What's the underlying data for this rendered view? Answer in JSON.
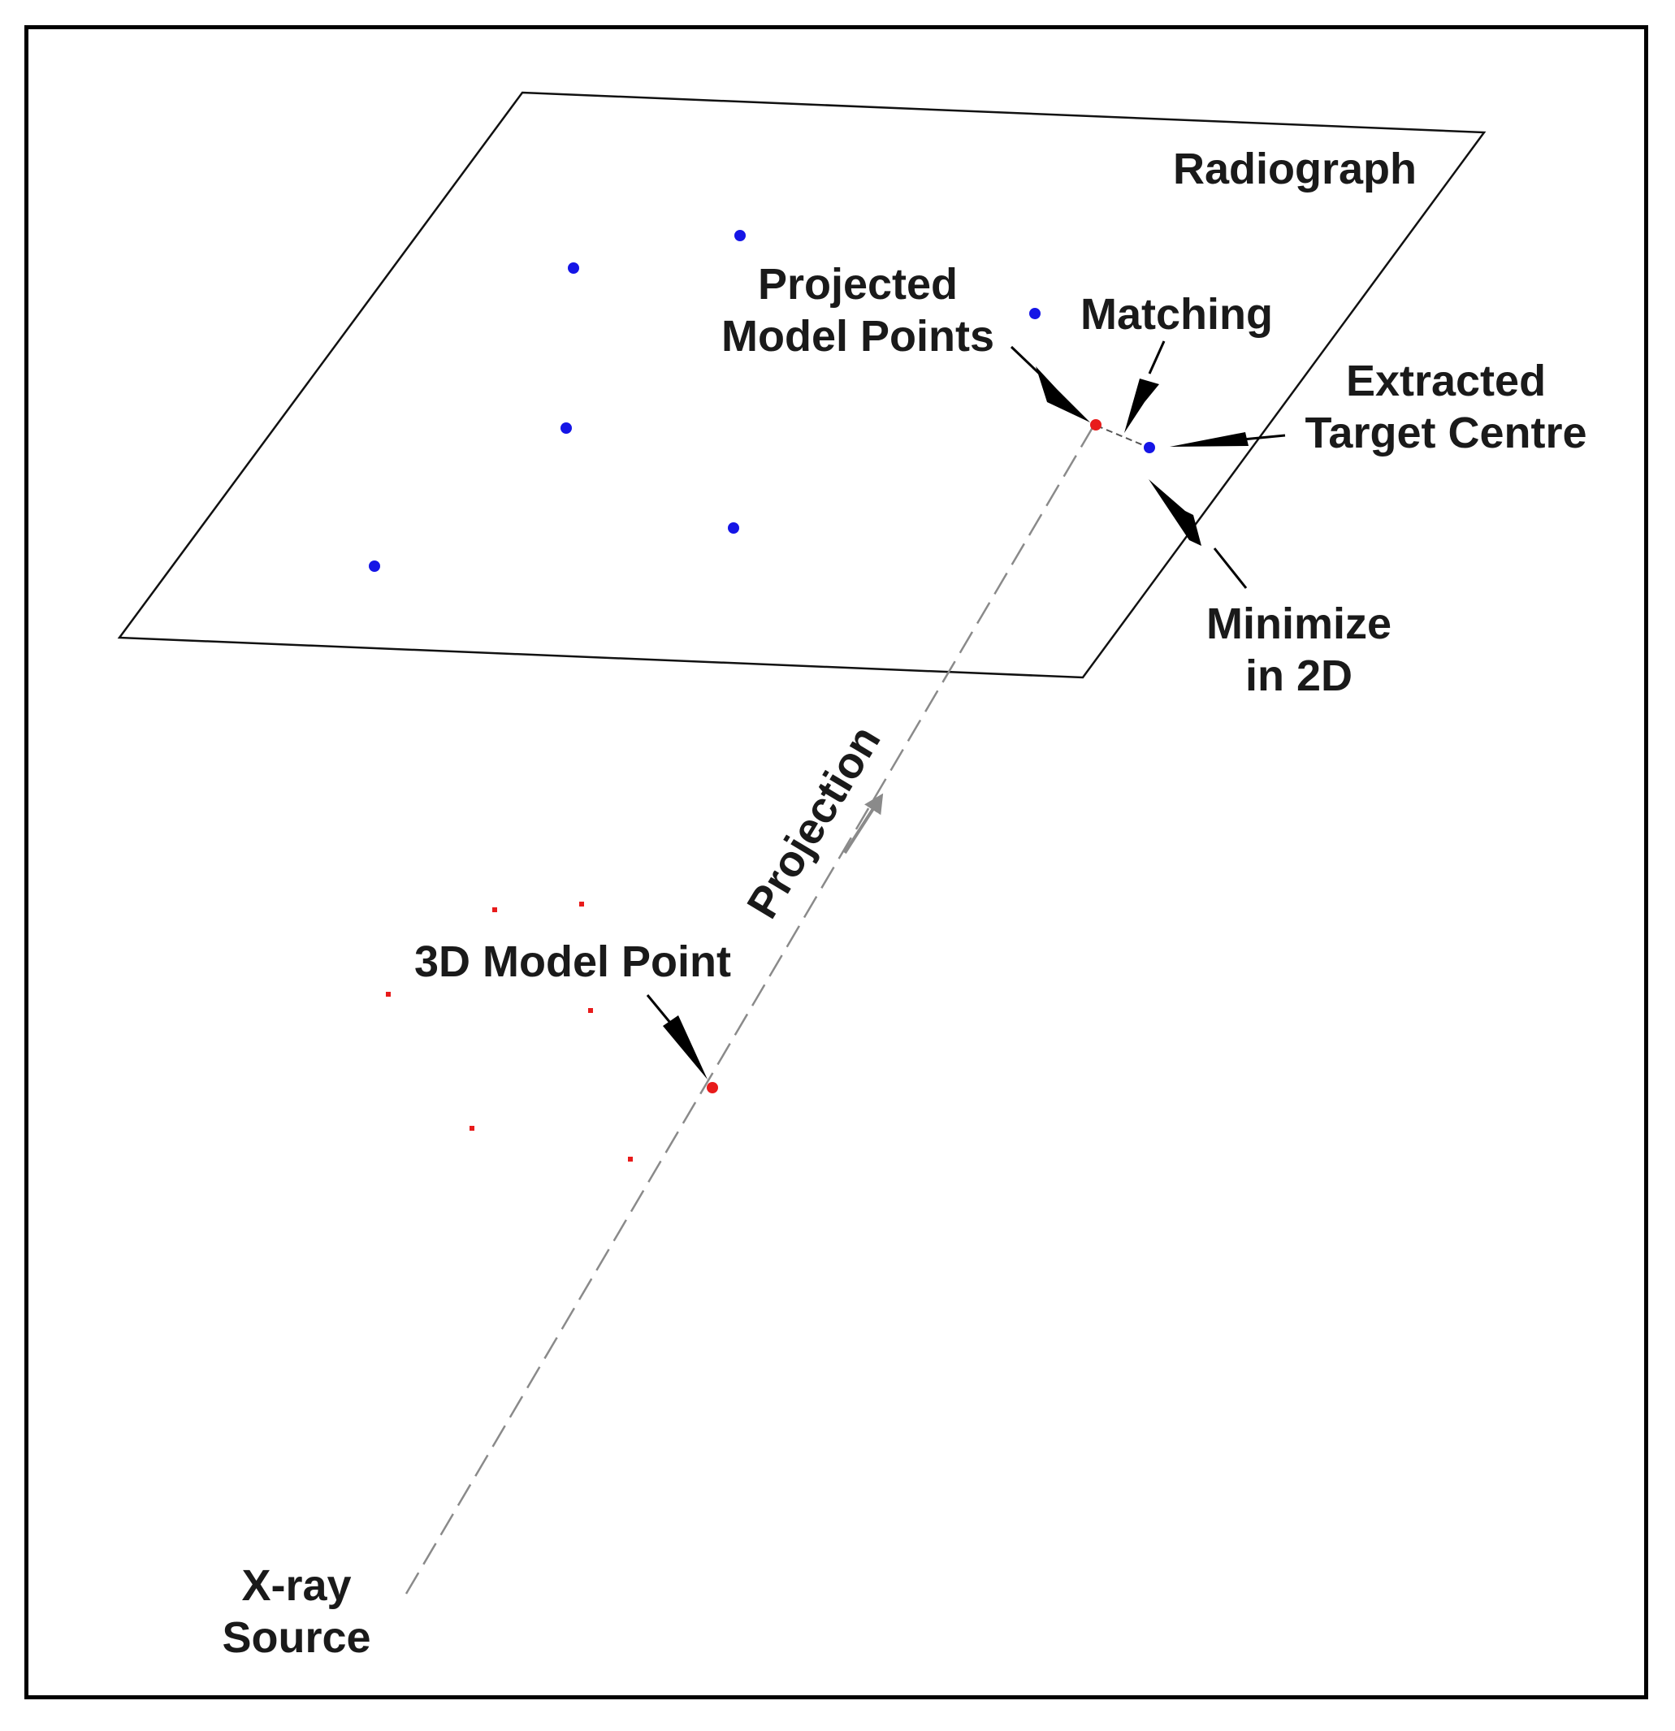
{
  "labels": {
    "radiograph": "Radiograph",
    "projected_model_points": [
      "Projected",
      "Model Points"
    ],
    "matching": "Matching",
    "extracted_target_centre": [
      "Extracted",
      "Target Centre"
    ],
    "minimize_in_2d": [
      "Minimize",
      "in 2D"
    ],
    "projection": "Projection",
    "model_point_3d": "3D Model Point",
    "xray_source": [
      "X-ray",
      "Source"
    ]
  },
  "colors": {
    "projected_points": "#1515e6",
    "model_points": "#e81b1b",
    "ray": "#8a8a8a",
    "outline": "#000000"
  }
}
